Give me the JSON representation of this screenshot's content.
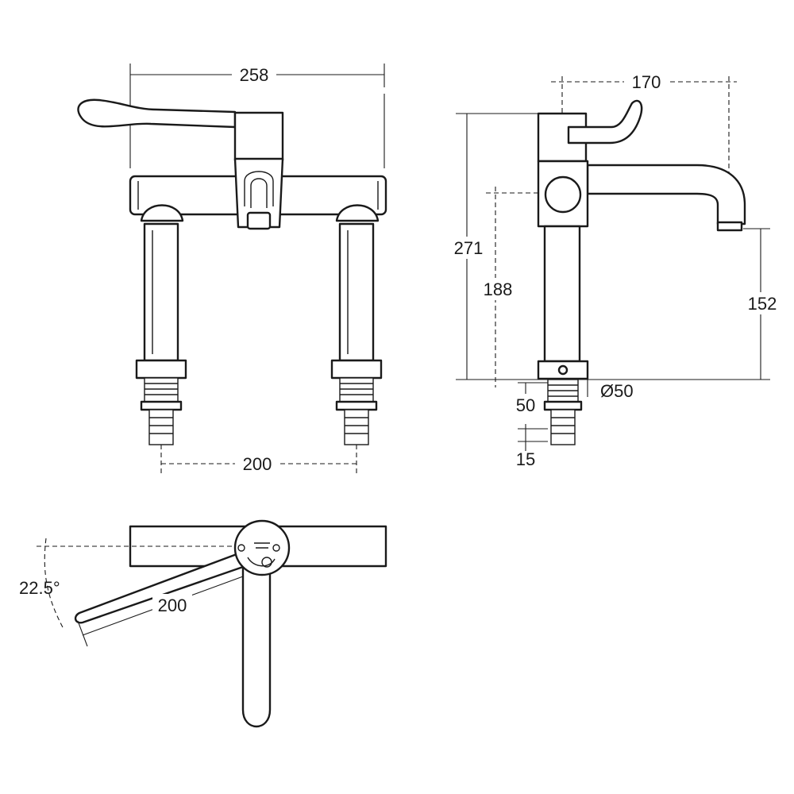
{
  "diagram": {
    "front_view": {
      "overall_width": "258",
      "pillar_centres": "200"
    },
    "side_view": {
      "projection": "170",
      "overall_height": "271",
      "spout_axis_height": "188",
      "spout_outlet_height": "152",
      "body_diameter": "Ø50",
      "shank_length": "50",
      "shank_tail": "15"
    },
    "top_view": {
      "lever_angle": "22.5°",
      "lever_length": "200"
    }
  }
}
